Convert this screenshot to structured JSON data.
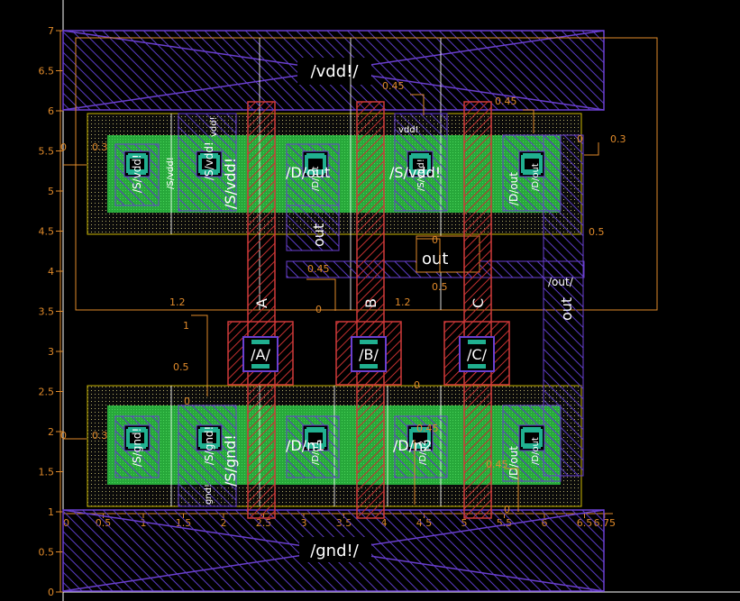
{
  "colors": {
    "background": "#000000",
    "ruler": "#e08a2a",
    "metal1": "#6a3fd0",
    "poly": "#d03a3a",
    "active": "#2ecc40",
    "contact": "#20b090",
    "nwell": "#c8b400",
    "label": "#ffffff"
  },
  "ruler": {
    "y_labels": [
      "0",
      "0.5",
      "1",
      "1.5",
      "2",
      "2.5",
      "3",
      "3.5",
      "4",
      "4.5",
      "5",
      "5.5",
      "6",
      "6.5",
      "7"
    ],
    "x_labels": [
      "0",
      "0.5",
      "1",
      "1.5",
      "2",
      "2.5",
      "3",
      "3.5",
      "4",
      "4.5",
      "5",
      "5.5",
      "6",
      "6.5",
      "6.75"
    ]
  },
  "nets": {
    "vdd": "/vdd!/",
    "gnd": "/gnd!/",
    "out_right": "/out/",
    "out_vertical": "out",
    "out_mid": "out",
    "out_top_stub": "out"
  },
  "gates": [
    {
      "rail_label": "A",
      "pin_label": "/A/"
    },
    {
      "rail_label": "B",
      "pin_label": "/B/"
    },
    {
      "rail_label": "C",
      "pin_label": "/C/"
    }
  ],
  "pmos_labels": {
    "left_s_vdd": "/S/vdd!",
    "left_vdd_rot": "vdd!",
    "s_vdd_1": "/S/vdd!",
    "s_vdd_2": "/S/vdd!",
    "d_out_1": "/D/out",
    "d_out_2": "/D/out",
    "d_int_1": "/D/int",
    "vdd_small_1": "vdd!",
    "vdd_small_2": "vdd!",
    "vdd_small_3": "vdd!"
  },
  "nmos_labels": {
    "s_gnd_1": "/S/gnd!",
    "s_gnd_2": "/S/gnd!",
    "gnd_rot": "gnd!",
    "d_n1": "/D/n1",
    "d_n2": "/D/n2",
    "d_out_1": "/D/out",
    "d_out_2": "/D/out"
  },
  "dimensions": {
    "d_045_top_a": "0.45",
    "d_045_top_b": "0.45",
    "d_045_mid": "0.45",
    "d_045_low": "0.45",
    "d_045_low2": "0.45",
    "d_03_tl": "0.3",
    "d_03_tr": "0.3",
    "d_03_bl": "0.3",
    "d_0_tr": "0",
    "d_0_mid_a": "0",
    "d_0_mid_b": "0",
    "d_0_low": "0",
    "d_0_pin": "0",
    "d_0_bot": "0",
    "d_05_right": "0.5",
    "d_05_mid": "0.5",
    "d_12_left": "1.2",
    "d_12_mid": "1.2",
    "d_1_pin": "1",
    "d_05_pin": "0.5",
    "d_0_left_top": "0",
    "d_0_left_bot": "0"
  }
}
